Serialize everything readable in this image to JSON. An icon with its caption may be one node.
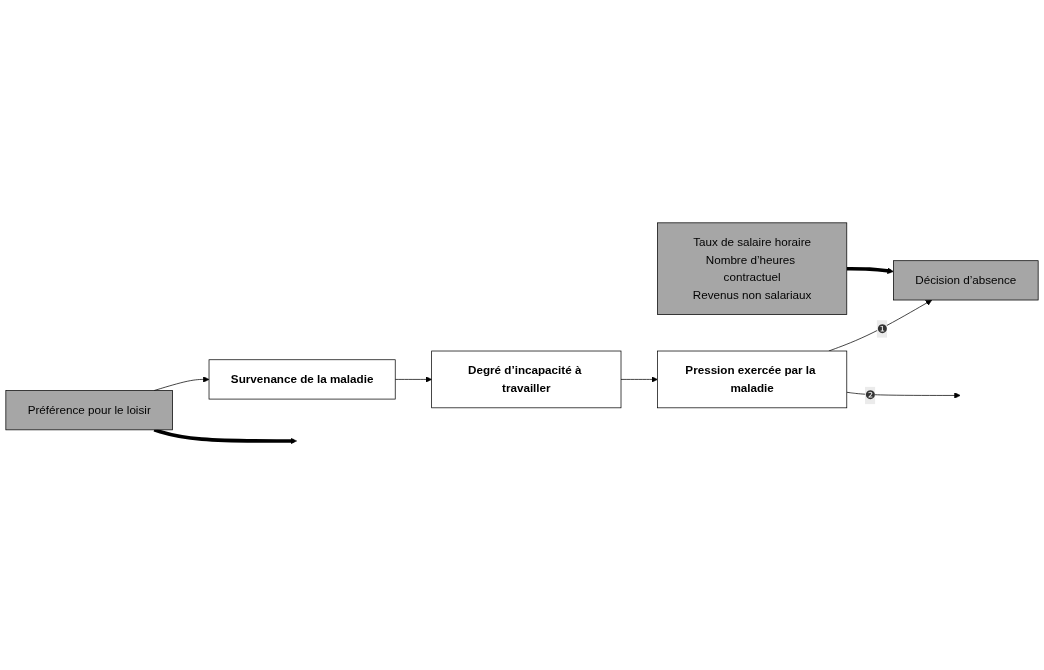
{
  "diagram": {
    "nodes": [
      {
        "text": [
          "Taux de salaire horaire",
          "Nombre d’heures contractuel",
          "Revenus non salariaux"
        ]
      },
      {
        "text": [
          "Préférence pour le loisir"
        ]
      },
      {
        "text": [
          "Décision d’absence"
        ]
      },
      {
        "text": [
          "Pression exercée par la maladie"
        ]
      },
      {
        "text": [
          "Degré d’incapacité à travailler"
        ]
      },
      {
        "text": [
          "Survenance de la maladie"
        ]
      }
    ],
    "edges": [
      {
        "from": 0,
        "to": 2,
        "arrow": "to",
        "style": "thick"
      },
      {
        "from": 1,
        "to": null,
        "arrow": "to",
        "style": "thick"
      },
      {
        "from": 3,
        "to": null,
        "arrow": "to",
        "label": "❷"
      },
      {
        "from": 3,
        "to": 2,
        "arrow": "to",
        "label": "❶"
      },
      {
        "from": 4,
        "to": 3,
        "arrow": "to"
      },
      {
        "from": 5,
        "to": 4,
        "arrow": "to"
      },
      {
        "from": 1,
        "to": 5,
        "arrow": "to"
      }
    ]
  }
}
